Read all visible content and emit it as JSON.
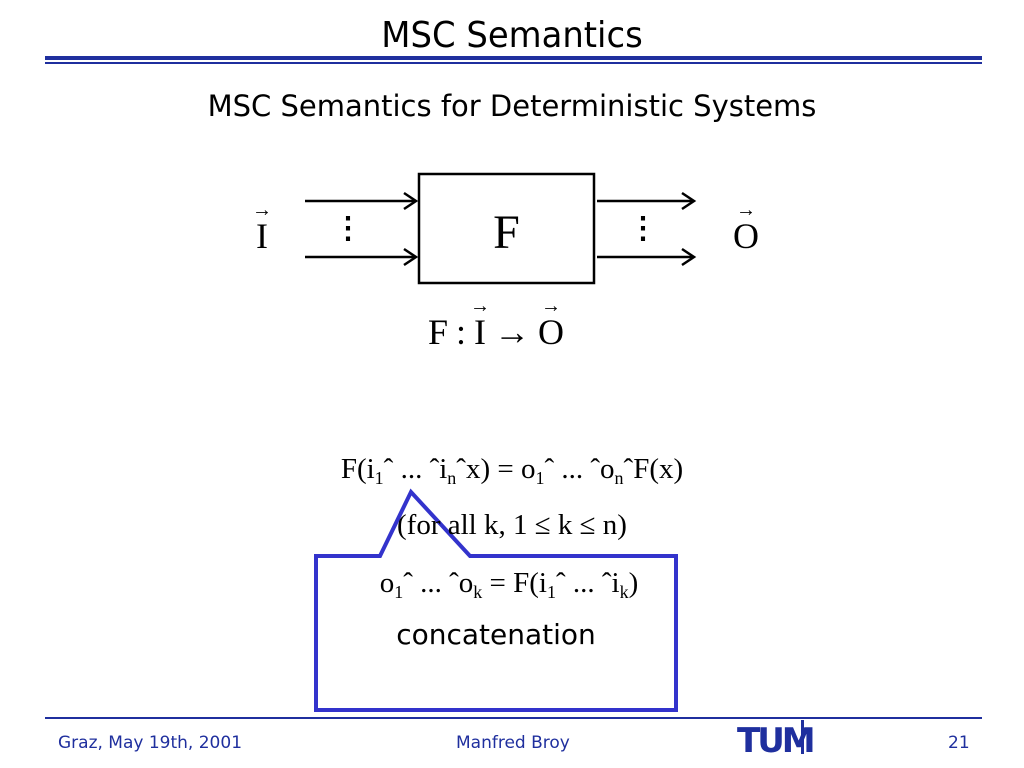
{
  "slide": {
    "title": "MSC Semantics",
    "subtitle": "MSC Semantics for Deterministic Systems"
  },
  "diagram": {
    "box_label": "F",
    "input_label": "I",
    "output_label": "O",
    "input_dots": "⋮",
    "output_dots": "⋮",
    "mapping": {
      "func": "F",
      "colon": ":",
      "from": "I",
      "arrow": "→",
      "to": "O"
    }
  },
  "equations": {
    "eq1": {
      "p1": "F(i",
      "s1": "1",
      "p2": "ˆ ... ˆi",
      "s2": "n",
      "p3": "ˆx) = o",
      "s3": "1",
      "p4": "ˆ ... ˆo",
      "s4": "n",
      "p5": "ˆF(x)"
    },
    "eq2": "(for all k, 1 ≤ k ≤ n)",
    "eq3": {
      "p1": "o",
      "s1": "1",
      "p2": "ˆ ... ˆo",
      "s2": "k",
      "p3": " = F(i",
      "s3": "1",
      "p4": "ˆ ... ˆi",
      "s4": "k",
      "p5": ")"
    }
  },
  "callout": {
    "label": "concatenation",
    "border_color": "#3333cc"
  },
  "footer": {
    "left": "Graz, May 19th, 2001",
    "center": "Manfred Broy",
    "logo": "TUM",
    "page": "21"
  },
  "colors": {
    "accent": "#1f2f9e"
  }
}
